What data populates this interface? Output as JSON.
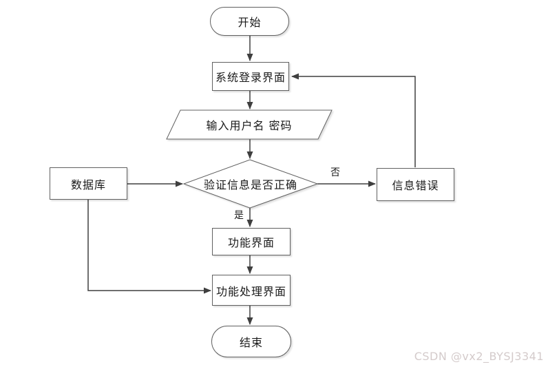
{
  "diagram": {
    "title": "login-verification-flowchart",
    "nodes": {
      "start": "开始",
      "login": "系统登录界面",
      "input": "输入用户名 密码",
      "decision": "验证信息是否正确",
      "database": "数据库",
      "error": "信息错误",
      "function": "功能界面",
      "process": "功能处理界面",
      "end": "结束"
    },
    "edge_labels": {
      "yes": "是",
      "no": "否"
    },
    "colors": {
      "border": "#5f5f5f",
      "arrow": "#3f3f3f",
      "text": "#1a1a1a",
      "background": "#ffffff",
      "watermark": "#d4cbcb"
    }
  },
  "watermark": {
    "text": "CSDN @vx2_BYSJ3341"
  }
}
